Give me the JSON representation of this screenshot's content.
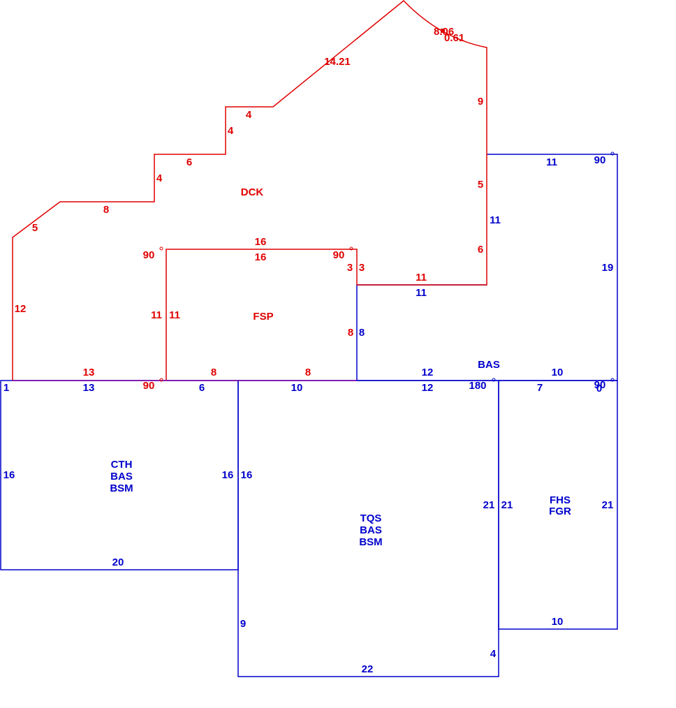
{
  "colors": {
    "dck": "#e00000",
    "bas": "#0000cc",
    "shared": "#8000a0"
  },
  "areas": {
    "dck": "DCK",
    "fsp": "FSP",
    "bas_main": "BAS",
    "cth": [
      "CTH",
      "BAS",
      "BSM"
    ],
    "tqs": [
      "TQS",
      "BAS",
      "BSM"
    ],
    "fhs": [
      "FHS",
      "FGR"
    ]
  },
  "dimensions": {
    "red": {
      "d_8_06": "8.06",
      "d_0_61": "0.61",
      "d_14_21": "14.21",
      "d_9": "9",
      "d_4_top": "4",
      "d_4_mid": "4",
      "d_6_step": "6",
      "d_4_low": "4",
      "d_5_right": "5",
      "d_8_left": "8",
      "d_5_left": "5",
      "d_16_outer": "16",
      "d_16_inner": "16",
      "d_90_left": "90",
      "d_90_right": "90",
      "d_6_right": "6",
      "d_3_inner": "3",
      "d_3_outer": "3",
      "d_11_upper": "11",
      "d_12_left": "12",
      "d_11_fsp_left": "11",
      "d_11_fsp_right": "11",
      "d_8_fsp_side": "8",
      "d_13_upper": "13",
      "d_8_bottom_a": "8",
      "d_8_bottom_b": "8",
      "d_90_bottom": "90"
    },
    "blue": {
      "d_11_top": "11",
      "d_90_corner": "90",
      "d_11_side": "11",
      "d_19": "19",
      "d_11_lower": "11",
      "d_8_side": "8",
      "d_12_upper": "12",
      "d_10_upper": "10",
      "d_1": "1",
      "d_13_lower": "13",
      "d_6": "6",
      "d_10_lower": "10",
      "d_12_lower": "12",
      "d_180": "180",
      "d_7": "7",
      "d_90_right": "90",
      "d_0": "0",
      "d_16_a": "16",
      "d_16_b": "16",
      "d_16_c": "16",
      "d_21_a": "21",
      "d_21_b": "21",
      "d_21_c": "21",
      "d_20": "20",
      "d_9": "9",
      "d_10_bottom": "10",
      "d_4": "4",
      "d_22": "22"
    }
  }
}
